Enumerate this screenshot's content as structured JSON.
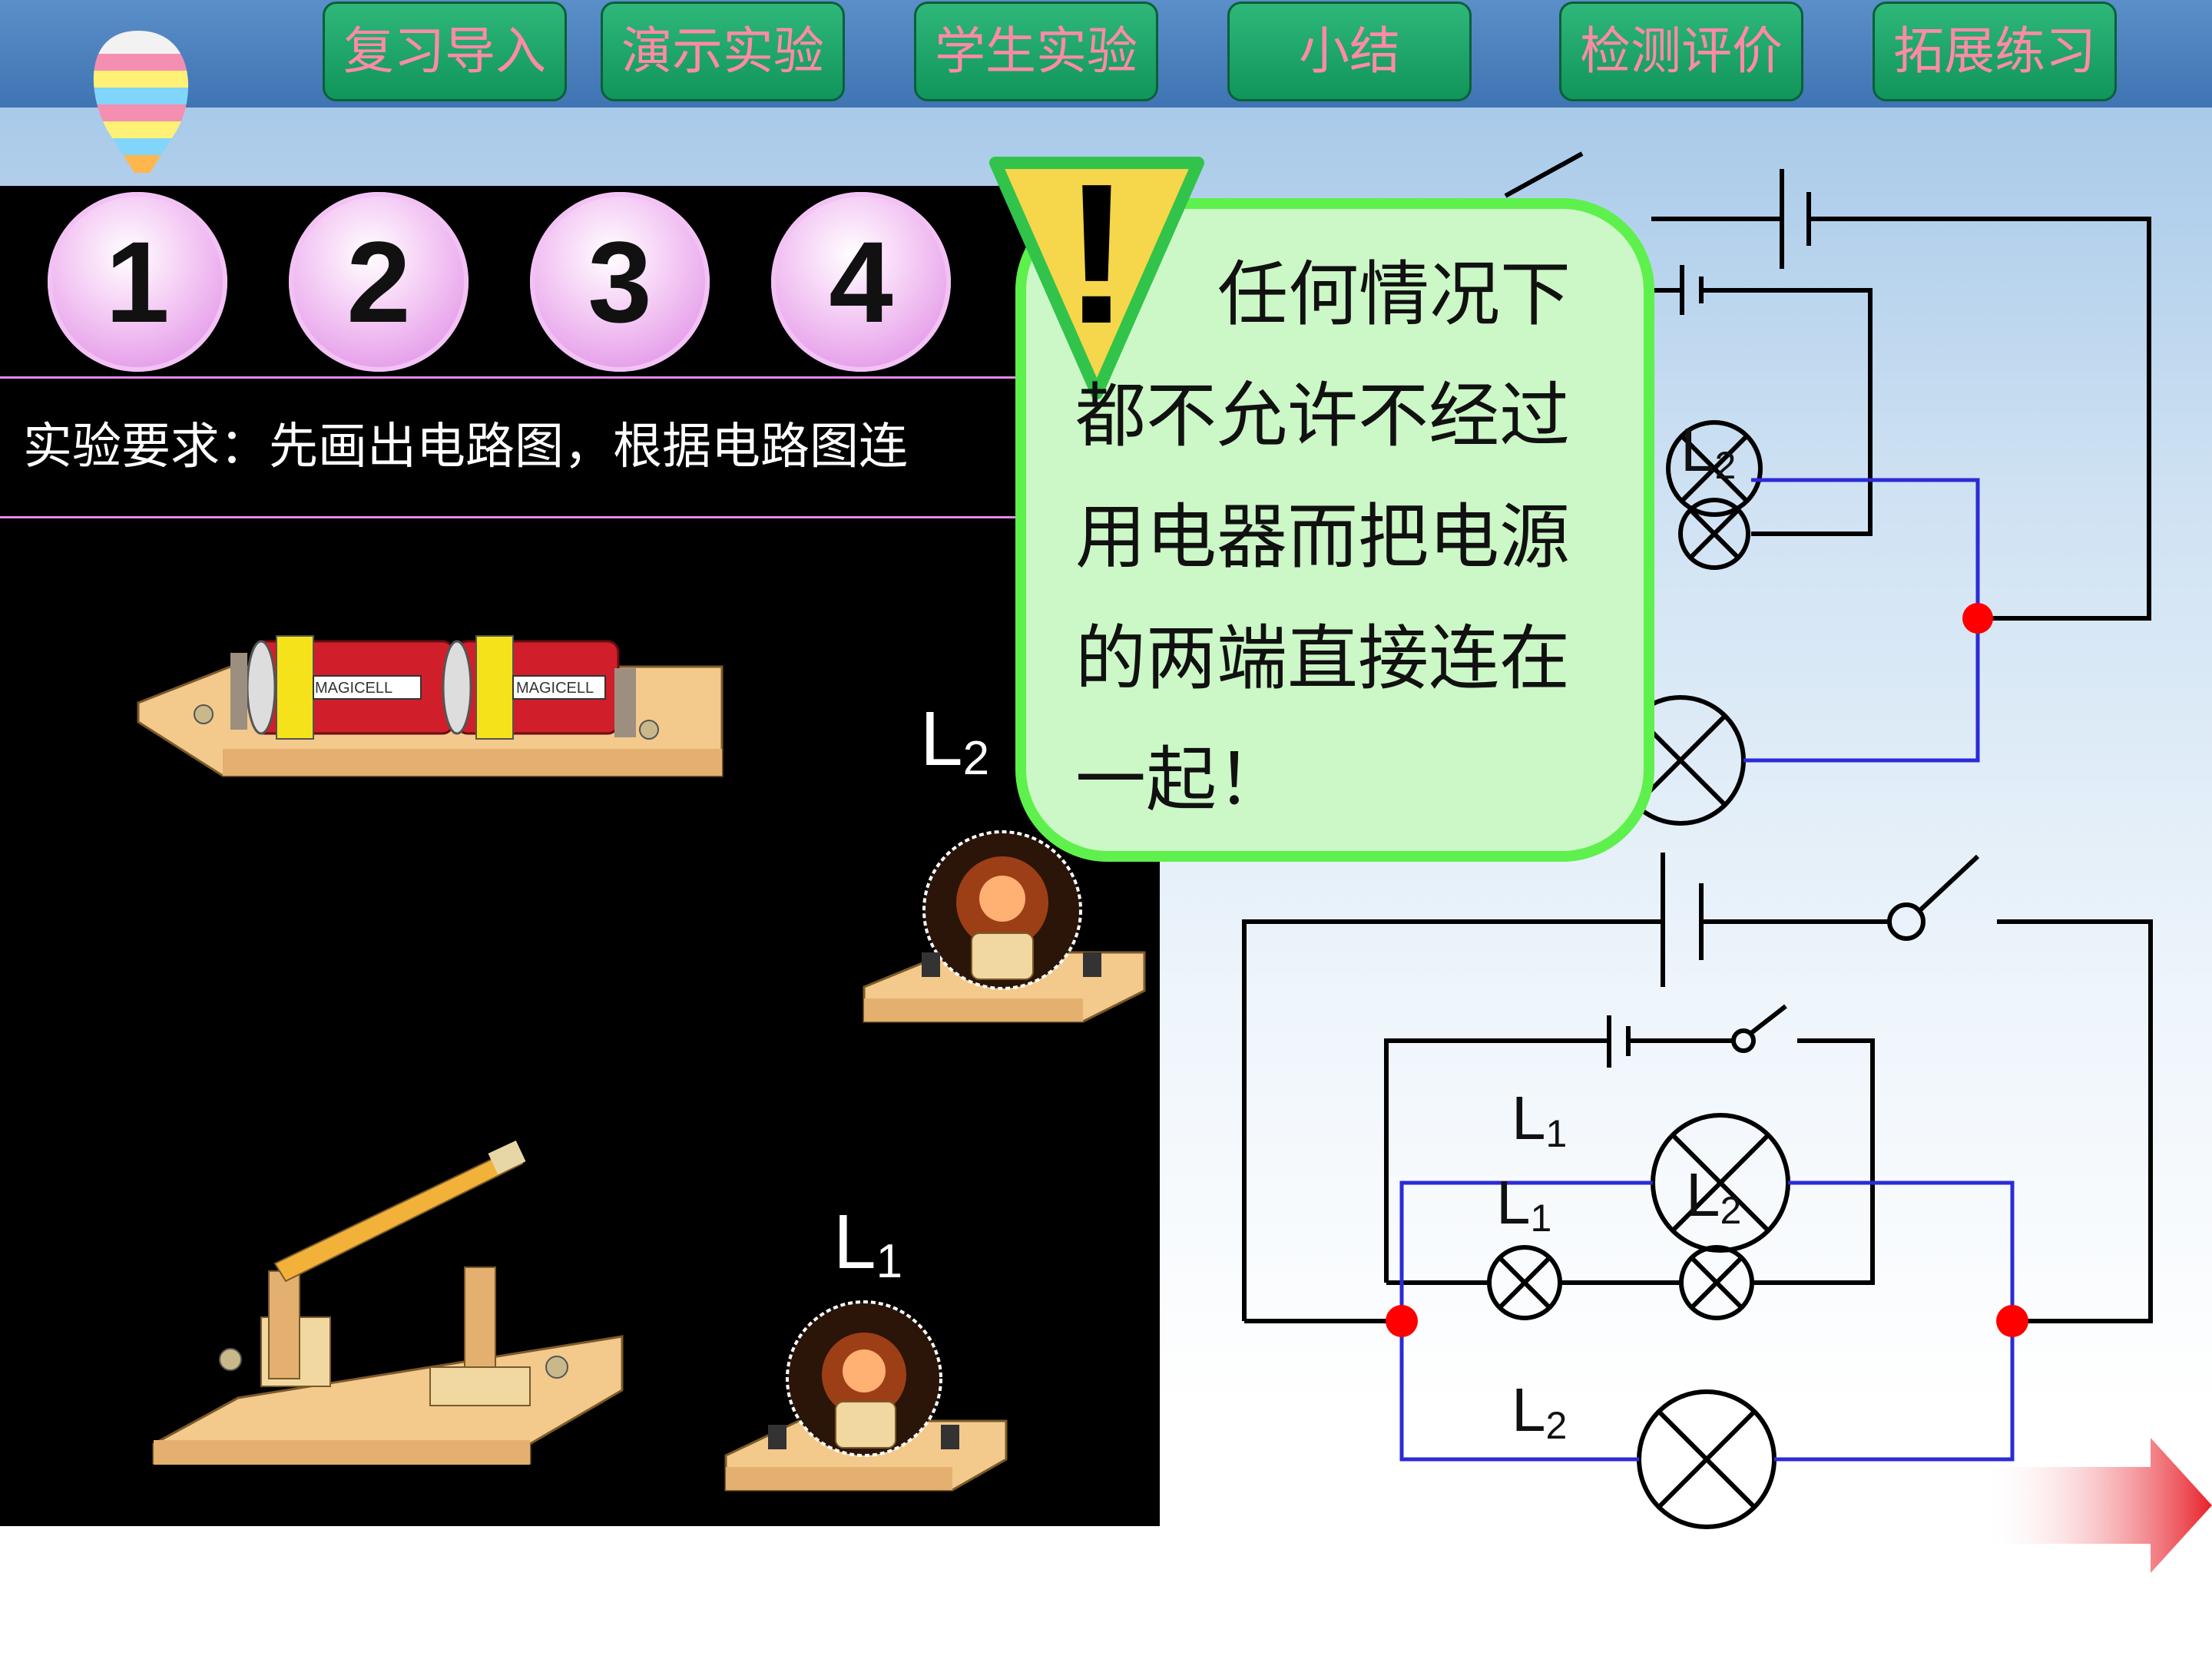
{
  "nav": {
    "items": [
      {
        "label": "复习导入"
      },
      {
        "label": "演示实验"
      },
      {
        "label": "学生实验"
      },
      {
        "label": "小结"
      },
      {
        "label": "检测评价"
      },
      {
        "label": "拓展练习"
      }
    ]
  },
  "steps": [
    "1",
    "2",
    "3",
    "4"
  ],
  "requirement": "实验要求：先画出电路图，根据电路图连",
  "equipment": {
    "lamp2_label": "L",
    "lamp2_sub": "2",
    "lamp1_label": "L",
    "lamp1_sub": "1",
    "battery_brand": "MAGICELL"
  },
  "warning": {
    "text": "任何情况下都不允许不经过用电器而把电源的两端直接连在一起！",
    "mark": "!"
  },
  "circuit": {
    "upper_l2_label": "L",
    "upper_l2_sub": "2",
    "l1_a": "L",
    "l1_a_sub": "1",
    "l1_b": "L",
    "l1_b_sub": "1",
    "l2_a": "L",
    "l2_a_sub": "2",
    "l2_b": "L",
    "l2_b_sub": "2"
  },
  "colors": {
    "nav_bg": "#10955a",
    "nav_text": "#ff8aa8",
    "warn_bg": "#ccf7c6",
    "warn_border": "#5ef04c",
    "junction": "#ff0000",
    "parallel_wire": "#2b2bd6"
  }
}
